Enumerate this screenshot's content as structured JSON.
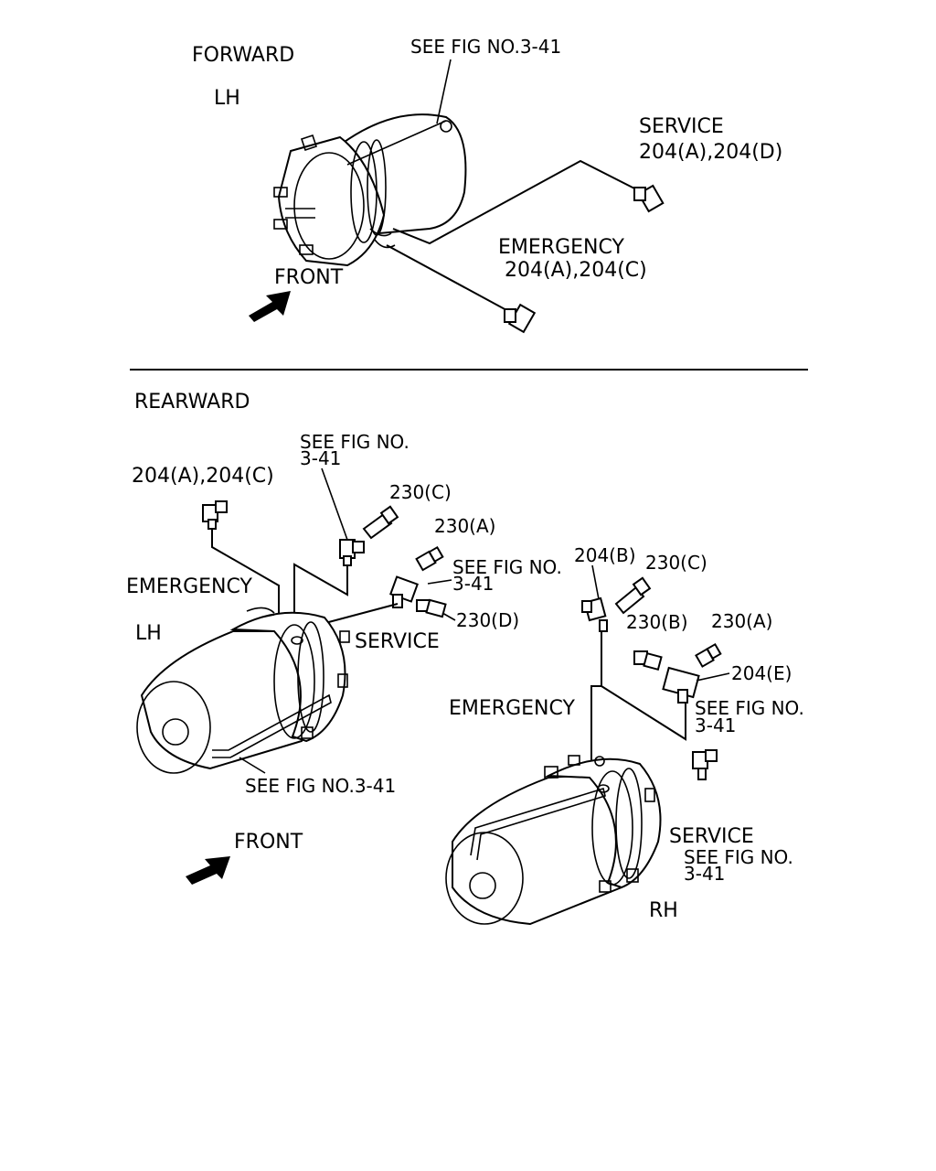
{
  "forward": {
    "section_title": "FORWARD",
    "side": "LH",
    "see_fig_top": "SEE FIG NO.3-41",
    "service_label": "SERVICE",
    "service_parts": "204(A),204(D)",
    "emergency_label": "EMERGENCY",
    "emergency_parts": "204(A),204(C)",
    "front_label": "FRONT"
  },
  "rearward": {
    "section_title": "REARWARD",
    "lh": {
      "fitting_parts": "204(A),204(C)",
      "see_fig_line1": "SEE FIG NO.",
      "see_fig_line2": "3-41",
      "part_230c": "230(C)",
      "part_230a": "230(A)",
      "see_fig2_line1": "SEE FIG NO.",
      "see_fig2_line2": "3-41",
      "part_230d": "230(D)",
      "emergency_label": "EMERGENCY",
      "side": "LH",
      "service_label": "SERVICE",
      "see_fig_bottom": "SEE FIG NO.3-41",
      "front_label": "FRONT"
    },
    "rh": {
      "part_204b": "204(B)",
      "part_230c": "230(C)",
      "part_230b": "230(B)",
      "part_230a": "230(A)",
      "part_204e": "204(E)",
      "see_fig_line1": "SEE FIG NO.",
      "see_fig_line2": "3-41",
      "emergency_label": "EMERGENCY",
      "service_label": "SERVICE",
      "see_fig2_line1": "SEE FIG NO.",
      "see_fig2_line2": "3-41",
      "side": "RH"
    }
  }
}
